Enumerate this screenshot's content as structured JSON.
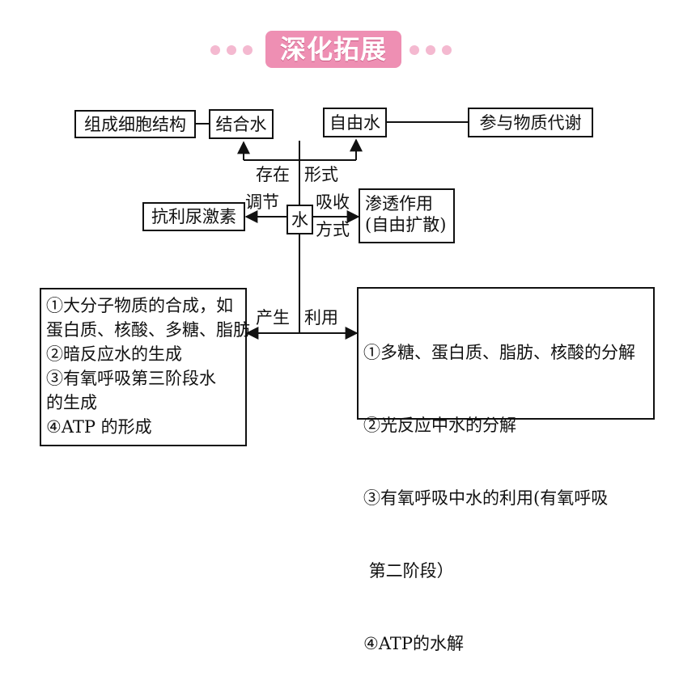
{
  "banner": {
    "title": "深化拓展"
  },
  "boxes": {
    "zucheng": "组成细胞结构",
    "jiehe": "结合水",
    "ziyou": "自由水",
    "canyu": "参与物质代谢",
    "kangli": "抗利尿激素",
    "water": "水",
    "shentou_1": "渗透作用",
    "shentou_2": "(自由扩散)"
  },
  "labels": {
    "cunzai": "存在",
    "xingshi": "形式",
    "tiaojie": "调节",
    "xishou": "吸收",
    "fangshi": "方式",
    "chansheng": "产生",
    "liyong": "利用"
  },
  "produce_list": [
    "①大分子物质的合成，如",
    "蛋白质、核酸、多糖、脂肪",
    "②暗反应水的生成",
    "③有氧呼吸第三阶段水",
    "的生成",
    "④ATP 的形成"
  ],
  "use_list": [
    "①多糖、蛋白质、脂肪、核酸的分解",
    "②光反应中水的分解",
    "③有氧呼吸中水的利用(有氧呼吸",
    " 第二阶段）",
    "④ATP的水解"
  ]
}
